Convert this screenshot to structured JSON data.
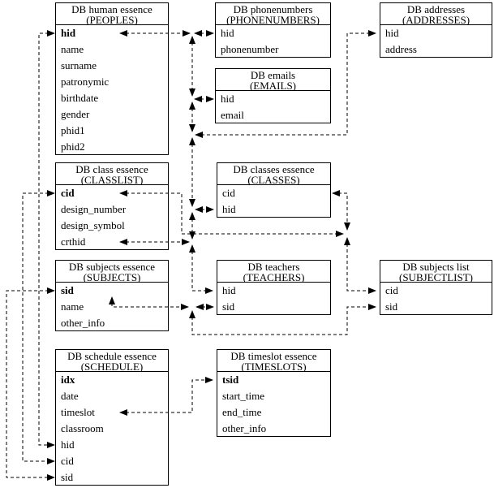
{
  "diagram": {
    "kind": "database-entity-relationship-diagram",
    "colors": {
      "background": "#ffffff",
      "line": "#000000",
      "text": "#000000"
    },
    "tables": [
      {
        "id": "peoples",
        "title_line1": "DB human essence",
        "title_line2": "(PEOPLES)",
        "fields": [
          {
            "label": "hid",
            "bold": true
          },
          {
            "label": "name",
            "bold": false
          },
          {
            "label": "surname",
            "bold": false
          },
          {
            "label": "patronymic",
            "bold": false
          },
          {
            "label": "birthdate",
            "bold": false
          },
          {
            "label": "gender",
            "bold": false
          },
          {
            "label": "phid1",
            "bold": false
          },
          {
            "label": "phid2",
            "bold": false
          }
        ]
      },
      {
        "id": "phonenumbers",
        "title_line1": "DB phonenumbers",
        "title_line2": "(PHONENUMBERS)",
        "fields": [
          {
            "label": "hid",
            "bold": false
          },
          {
            "label": "phonenumber",
            "bold": false
          }
        ]
      },
      {
        "id": "addresses",
        "title_line1": "DB addresses",
        "title_line2": "(ADDRESSES)",
        "fields": [
          {
            "label": "hid",
            "bold": false
          },
          {
            "label": "address",
            "bold": false
          }
        ]
      },
      {
        "id": "emails",
        "title_line1": "DB emails",
        "title_line2": "(EMAILS)",
        "fields": [
          {
            "label": "hid",
            "bold": false
          },
          {
            "label": "email",
            "bold": false
          }
        ]
      },
      {
        "id": "classlist",
        "title_line1": "DB class essence",
        "title_line2": "(CLASSLIST)",
        "fields": [
          {
            "label": "cid",
            "bold": true
          },
          {
            "label": "design_number",
            "bold": false
          },
          {
            "label": "design_symbol",
            "bold": false
          },
          {
            "label": "crthid",
            "bold": false
          }
        ]
      },
      {
        "id": "classes",
        "title_line1": "DB classes essence",
        "title_line2": "(CLASSES)",
        "fields": [
          {
            "label": "cid",
            "bold": false
          },
          {
            "label": "hid",
            "bold": false
          }
        ]
      },
      {
        "id": "subjects",
        "title_line1": "DB subjects essence",
        "title_line2": "(SUBJECTS)",
        "fields": [
          {
            "label": "sid",
            "bold": true
          },
          {
            "label": "name",
            "bold": false
          },
          {
            "label": "other_info",
            "bold": false
          }
        ]
      },
      {
        "id": "teachers",
        "title_line1": "DB teachers",
        "title_line2": "(TEACHERS)",
        "fields": [
          {
            "label": "hid",
            "bold": false
          },
          {
            "label": "sid",
            "bold": false
          }
        ]
      },
      {
        "id": "subjectlist",
        "title_line1": "DB subjects list",
        "title_line2": "(SUBJECTLIST)",
        "fields": [
          {
            "label": "cid",
            "bold": false
          },
          {
            "label": "sid",
            "bold": false
          }
        ]
      },
      {
        "id": "schedule",
        "title_line1": "DB schedule essence",
        "title_line2": "(SCHEDULE)",
        "fields": [
          {
            "label": "idx",
            "bold": true
          },
          {
            "label": "date",
            "bold": false
          },
          {
            "label": "timeslot",
            "bold": false
          },
          {
            "label": "classroom",
            "bold": false
          },
          {
            "label": "hid",
            "bold": false
          },
          {
            "label": "cid",
            "bold": false
          },
          {
            "label": "sid",
            "bold": false
          }
        ]
      },
      {
        "id": "timeslots",
        "title_line1": "DB timeslot essence",
        "title_line2": "(TIMESLOTS)",
        "fields": [
          {
            "label": "tsid",
            "bold": true
          },
          {
            "label": "start_time",
            "bold": false
          },
          {
            "label": "end_time",
            "bold": false
          },
          {
            "label": "other_info",
            "bold": false
          }
        ]
      }
    ],
    "relations": [
      {
        "from": "PEOPLES.hid",
        "to": "PHONENUMBERS.hid"
      },
      {
        "from": "PEOPLES.hid",
        "to": "EMAILS.hid"
      },
      {
        "from": "PEOPLES.hid",
        "to": "ADDRESSES.hid"
      },
      {
        "from": "PEOPLES.hid",
        "to": "CLASSES.hid"
      },
      {
        "from": "PEOPLES.hid",
        "to": "CLASSLIST.crthid"
      },
      {
        "from": "PEOPLES.hid",
        "to": "TEACHERS.hid"
      },
      {
        "from": "PEOPLES.hid",
        "to": "SCHEDULE.hid"
      },
      {
        "from": "CLASSLIST.cid",
        "to": "CLASSES.cid"
      },
      {
        "from": "CLASSLIST.cid",
        "to": "SUBJECTLIST.cid"
      },
      {
        "from": "CLASSLIST.cid",
        "to": "SCHEDULE.cid"
      },
      {
        "from": "SUBJECTS.sid",
        "to": "TEACHERS.sid"
      },
      {
        "from": "SUBJECTS.sid",
        "to": "SUBJECTLIST.sid"
      },
      {
        "from": "SUBJECTS.sid",
        "to": "SCHEDULE.sid"
      },
      {
        "from": "TIMESLOTS.tsid",
        "to": "SCHEDULE.timeslot"
      }
    ]
  }
}
